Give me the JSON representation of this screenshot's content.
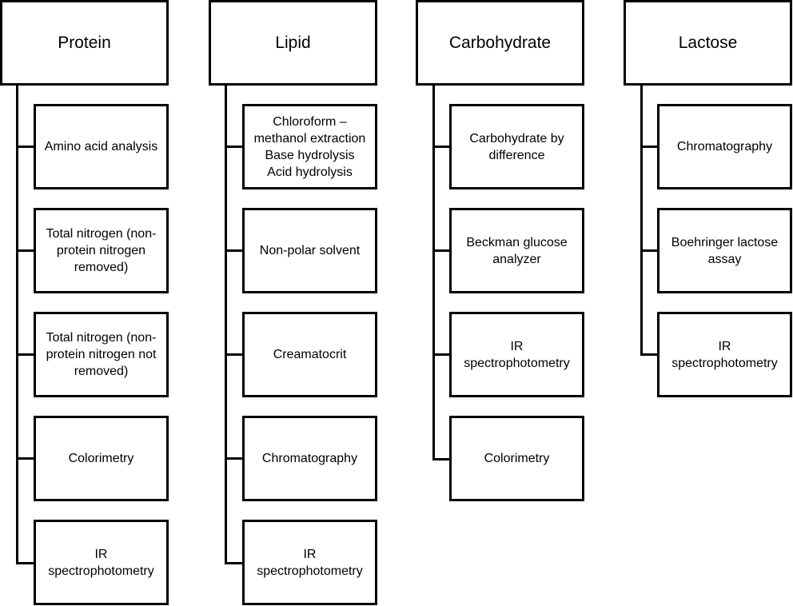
{
  "columns": [
    {
      "title": "Protein",
      "items": [
        "Amino acid analysis",
        "Total nitrogen (non-\nprotein nitrogen\nremoved)",
        "Total nitrogen (non-\nprotein nitrogen not\nremoved)",
        "Colorimetry",
        "IR\nspectrophotometry"
      ]
    },
    {
      "title": "Lipid",
      "items": [
        "Chloroform –\nmethanol extraction\nBase hydrolysis\nAcid hydrolysis",
        "Non-polar solvent",
        "Creamatocrit",
        "Chromatography",
        "IR\nspectrophotometry"
      ]
    },
    {
      "title": "Carbohydrate",
      "items": [
        "Carbohydrate by\ndifference",
        "Beckman glucose\nanalyzer",
        "IR\nspectrophotometry",
        "Colorimetry"
      ]
    },
    {
      "title": "Lactose",
      "items": [
        "Chromatography",
        "Boehringer lactose\nassay",
        "IR\nspectrophotometry"
      ]
    }
  ]
}
